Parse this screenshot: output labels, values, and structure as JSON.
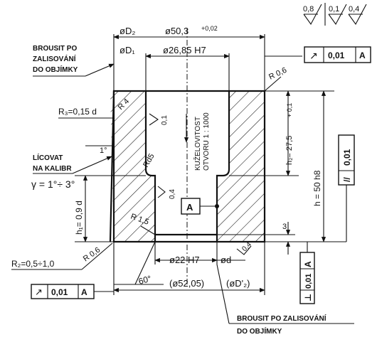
{
  "roughness": {
    "r1": "0,8",
    "r2": "0,1",
    "r3": "0,4"
  },
  "dims": {
    "d2": "øD₂",
    "d_outer": "ø50,3",
    "d_outer_tol": "+0,02",
    "d1": "øD₁",
    "d_bore": "ø26,85 H7",
    "d_bottom": "ø22 H7",
    "d_small": "ød",
    "d_52": "(ø52,05)",
    "d_prime": "(øD'₂)",
    "h": "h = 50 h8",
    "h2": "h₂= 27,5",
    "h2_tol": "+ 0,1",
    "h1": "h₁= 0,9 d",
    "three": "3",
    "angle60": "60°",
    "angle1": "1°"
  },
  "radii": {
    "r06_top": "R 0,6",
    "r4": "R 4",
    "rd5": "Rd5",
    "r15": "R 1,5",
    "r06_bottom": "R 0,6",
    "r3": "R₃=0,15 d",
    "r2": "R₂=0,5÷1,0"
  },
  "surface": {
    "s01": "0,1",
    "s04a": "0,4",
    "s04b": "0,4"
  },
  "notes": {
    "grind_top": [
      "BROUSIT PO",
      "ZALISOVÁNÍ",
      "DO OBJÍMKY"
    ],
    "calibrate": [
      "LÍCOVAT",
      "NA KALIBR"
    ],
    "gamma": "γ = 1°÷ 3°",
    "taper": [
      "KUŽELOVITOST",
      "OTVORU 1 : 1000"
    ],
    "grind_bottom": [
      "BROUSIT PO  ZALISOVÁNÍ",
      "DO OBJÍMKY"
    ]
  },
  "tolerances": {
    "runout_top": {
      "symbol": "↗",
      "value": "0,01",
      "datum": "A"
    },
    "runout_bottom": {
      "symbol": "↗",
      "value": "0,01",
      "datum": "A"
    },
    "parallel": {
      "symbol": "//",
      "value": "0,01"
    },
    "perpendicular": {
      "symbol": "⊥",
      "value": "0,01",
      "datum": "A"
    },
    "datum": "A"
  }
}
